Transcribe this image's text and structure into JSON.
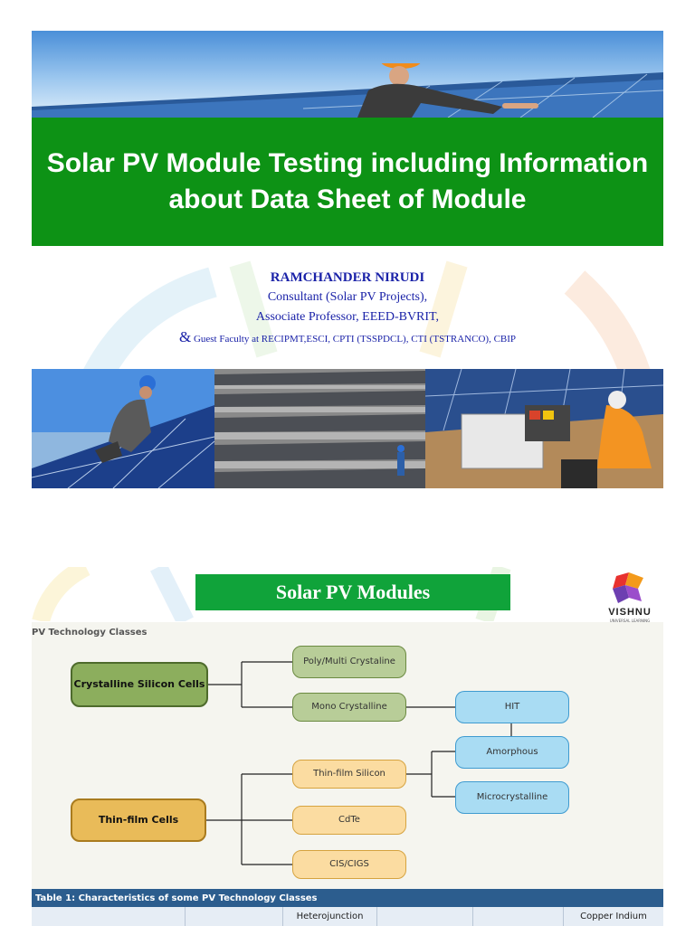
{
  "slide1": {
    "title_lines": [
      "Solar PV Module Testing including Information",
      "about Data Sheet of Module"
    ],
    "author": {
      "name": "RAMCHANDER NIRUDI",
      "role1": "Consultant  (Solar PV Projects),",
      "role2": "Associate Professor, EEED-BVRIT,",
      "amp": "&",
      "guest": "Guest Faculty at RECIPMT,ESCI, CPTI (TSSPDCL), CTI (TSTRANCO), CBIP"
    }
  },
  "slide2": {
    "title": "Solar PV Modules",
    "logo": {
      "brand": "VISHNU",
      "tagline": "UNIVERSAL LEARNING"
    },
    "section_label": "PV Technology Classes",
    "diagram": {
      "crystalline": "Crystalline Silicon Cells",
      "poly": "Poly/Multi Crystaline",
      "mono": "Mono Crystalline",
      "hit": "HIT",
      "thin_film": "Thin-film Cells",
      "thin_film_silicon": "Thin-film Silicon",
      "amorphous": "Amorphous",
      "microcrystalline": "Microcrystalline",
      "cdte": "CdTe",
      "cis": "CIS/CIGS"
    },
    "table": {
      "caption": "Table 1: Characteristics of some PV Technology Classes",
      "header_cells": [
        "",
        "",
        "Heterojunction",
        "",
        "",
        "Copper Indium"
      ]
    }
  },
  "colors": {
    "title_green": "#0d9215",
    "header_green": "#10a33a",
    "author_blue": "#1a22a8",
    "table_blue": "#2c5d8e"
  }
}
